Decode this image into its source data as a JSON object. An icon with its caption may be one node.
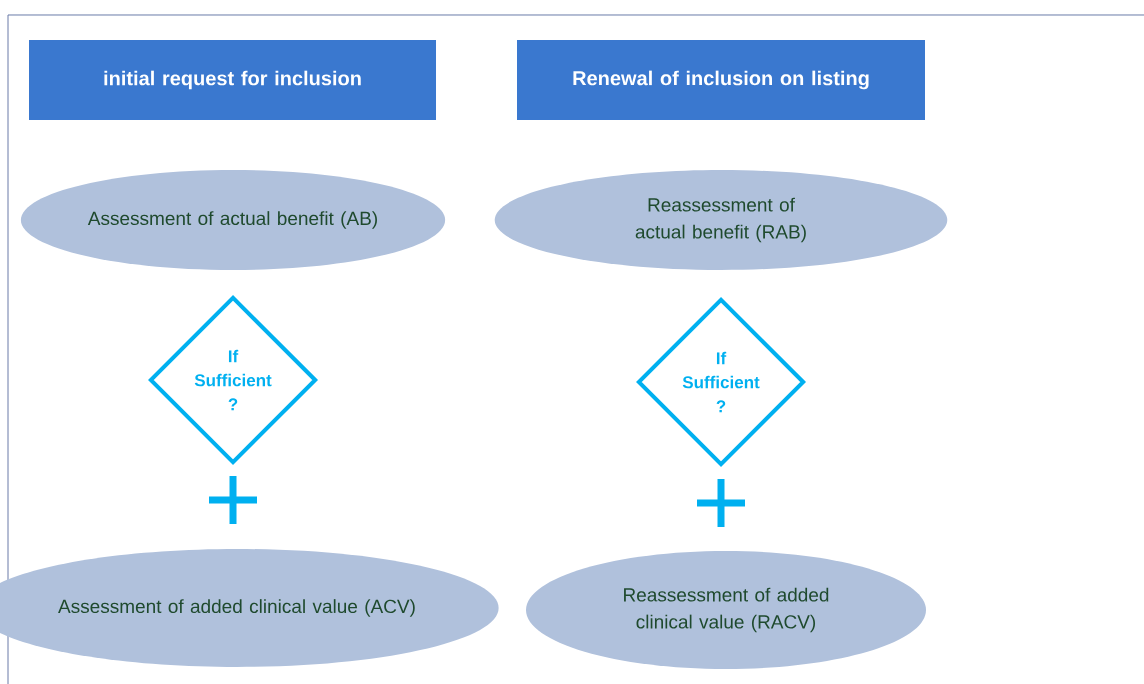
{
  "diagram": {
    "nodes": [
      {
        "text": [
          "initial request for inclusion"
        ]
      },
      {
        "text": [
          "Renewal of inclusion on listing"
        ]
      },
      {
        "text": [
          "Assessment of actual benefit (AB)"
        ]
      },
      {
        "text": [
          "Reassessment of actual benefit (RAB)"
        ]
      },
      {
        "text": [
          "If Sufficient ?"
        ]
      },
      {
        "text": [
          "If Sufficient ?"
        ]
      },
      {
        "text": [
          "Assessment of added clinical value (ACV)"
        ]
      },
      {
        "text": [
          "Reassessment of added clinical value (RACV)"
        ]
      }
    ]
  }
}
